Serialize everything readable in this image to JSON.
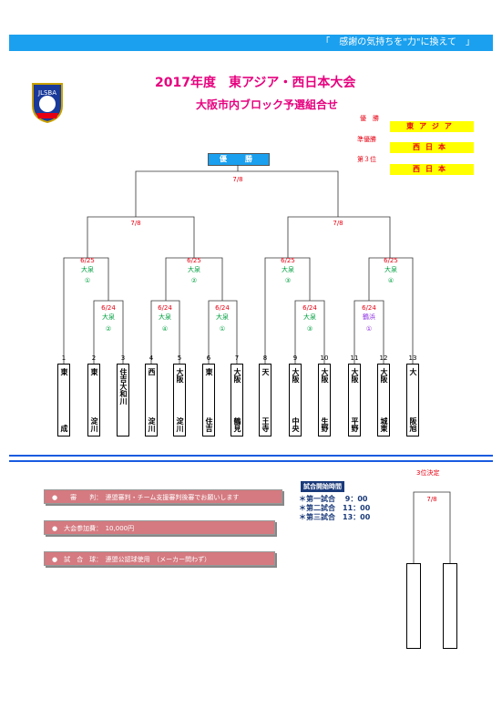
{
  "banner": "「　感謝の気持ちを\"力\"に換えて　」",
  "logo_text": "JLSBA",
  "title": "2017年度　東アジア・西日本大会",
  "subtitle": "大阪市内ブロック予選組合せ",
  "ranks": [
    {
      "label": "優　勝",
      "value": "東アジア"
    },
    {
      "label": "準優勝",
      "value": "西日本"
    },
    {
      "label": "第３位",
      "value": "西日本"
    }
  ],
  "champion_label": "優　勝",
  "final_date": "7/8",
  "semi_dates": [
    "7/8",
    "7/8"
  ],
  "quarter": [
    {
      "date": "6/25",
      "venue": "大泉",
      "no": "①"
    },
    {
      "date": "6/25",
      "venue": "大泉",
      "no": "②"
    },
    {
      "date": "6/25",
      "venue": "大泉",
      "no": "③"
    },
    {
      "date": "6/25",
      "venue": "大泉",
      "no": "④"
    }
  ],
  "first_round": [
    {
      "date": "6/24",
      "venue": "大泉",
      "no": "②"
    },
    {
      "date": "6/24",
      "venue": "大泉",
      "no": "④"
    },
    {
      "date": "6/24",
      "venue": "大泉",
      "no": "①"
    },
    {
      "date": "6/24",
      "venue": "大泉",
      "no": "③"
    },
    {
      "date": "6/24",
      "venue": "鶴浜",
      "no": "①"
    }
  ],
  "teams": [
    {
      "no": "1",
      "top": "東",
      "bottom": "成"
    },
    {
      "no": "2",
      "top": "東",
      "bottom": "淀川"
    },
    {
      "no": "3",
      "top": "住吉大和川",
      "bottom": ""
    },
    {
      "no": "4",
      "top": "西",
      "bottom": "淀川"
    },
    {
      "no": "5",
      "top": "大阪",
      "bottom": "淀川"
    },
    {
      "no": "6",
      "top": "東",
      "bottom": "住吉"
    },
    {
      "no": "7",
      "top": "大阪",
      "bottom": "鶴見"
    },
    {
      "no": "8",
      "top": "天",
      "bottom": "王寺"
    },
    {
      "no": "9",
      "top": "大阪",
      "bottom": "中央"
    },
    {
      "no": "10",
      "top": "大阪",
      "bottom": "生野"
    },
    {
      "no": "11",
      "top": "大阪",
      "bottom": "平野"
    },
    {
      "no": "12",
      "top": "大阪",
      "bottom": "城東"
    },
    {
      "no": "13",
      "top": "大",
      "bottom": "阪旭"
    }
  ],
  "info": {
    "umpire": "●　　審　　判：　連盟審判・チーム支援審判後審でお願いします",
    "fee": "●　大会参加費：　10,000円",
    "ball": "●　試　合　球：　連盟公認球使用　（メーカー問わず）"
  },
  "times_title": "試合開始時間",
  "times": [
    "＊第一試合　 9：00",
    "＊第二試合　11：00",
    "＊第三試合　13：00"
  ],
  "third": {
    "title": "3位決定",
    "date": "7/8"
  }
}
